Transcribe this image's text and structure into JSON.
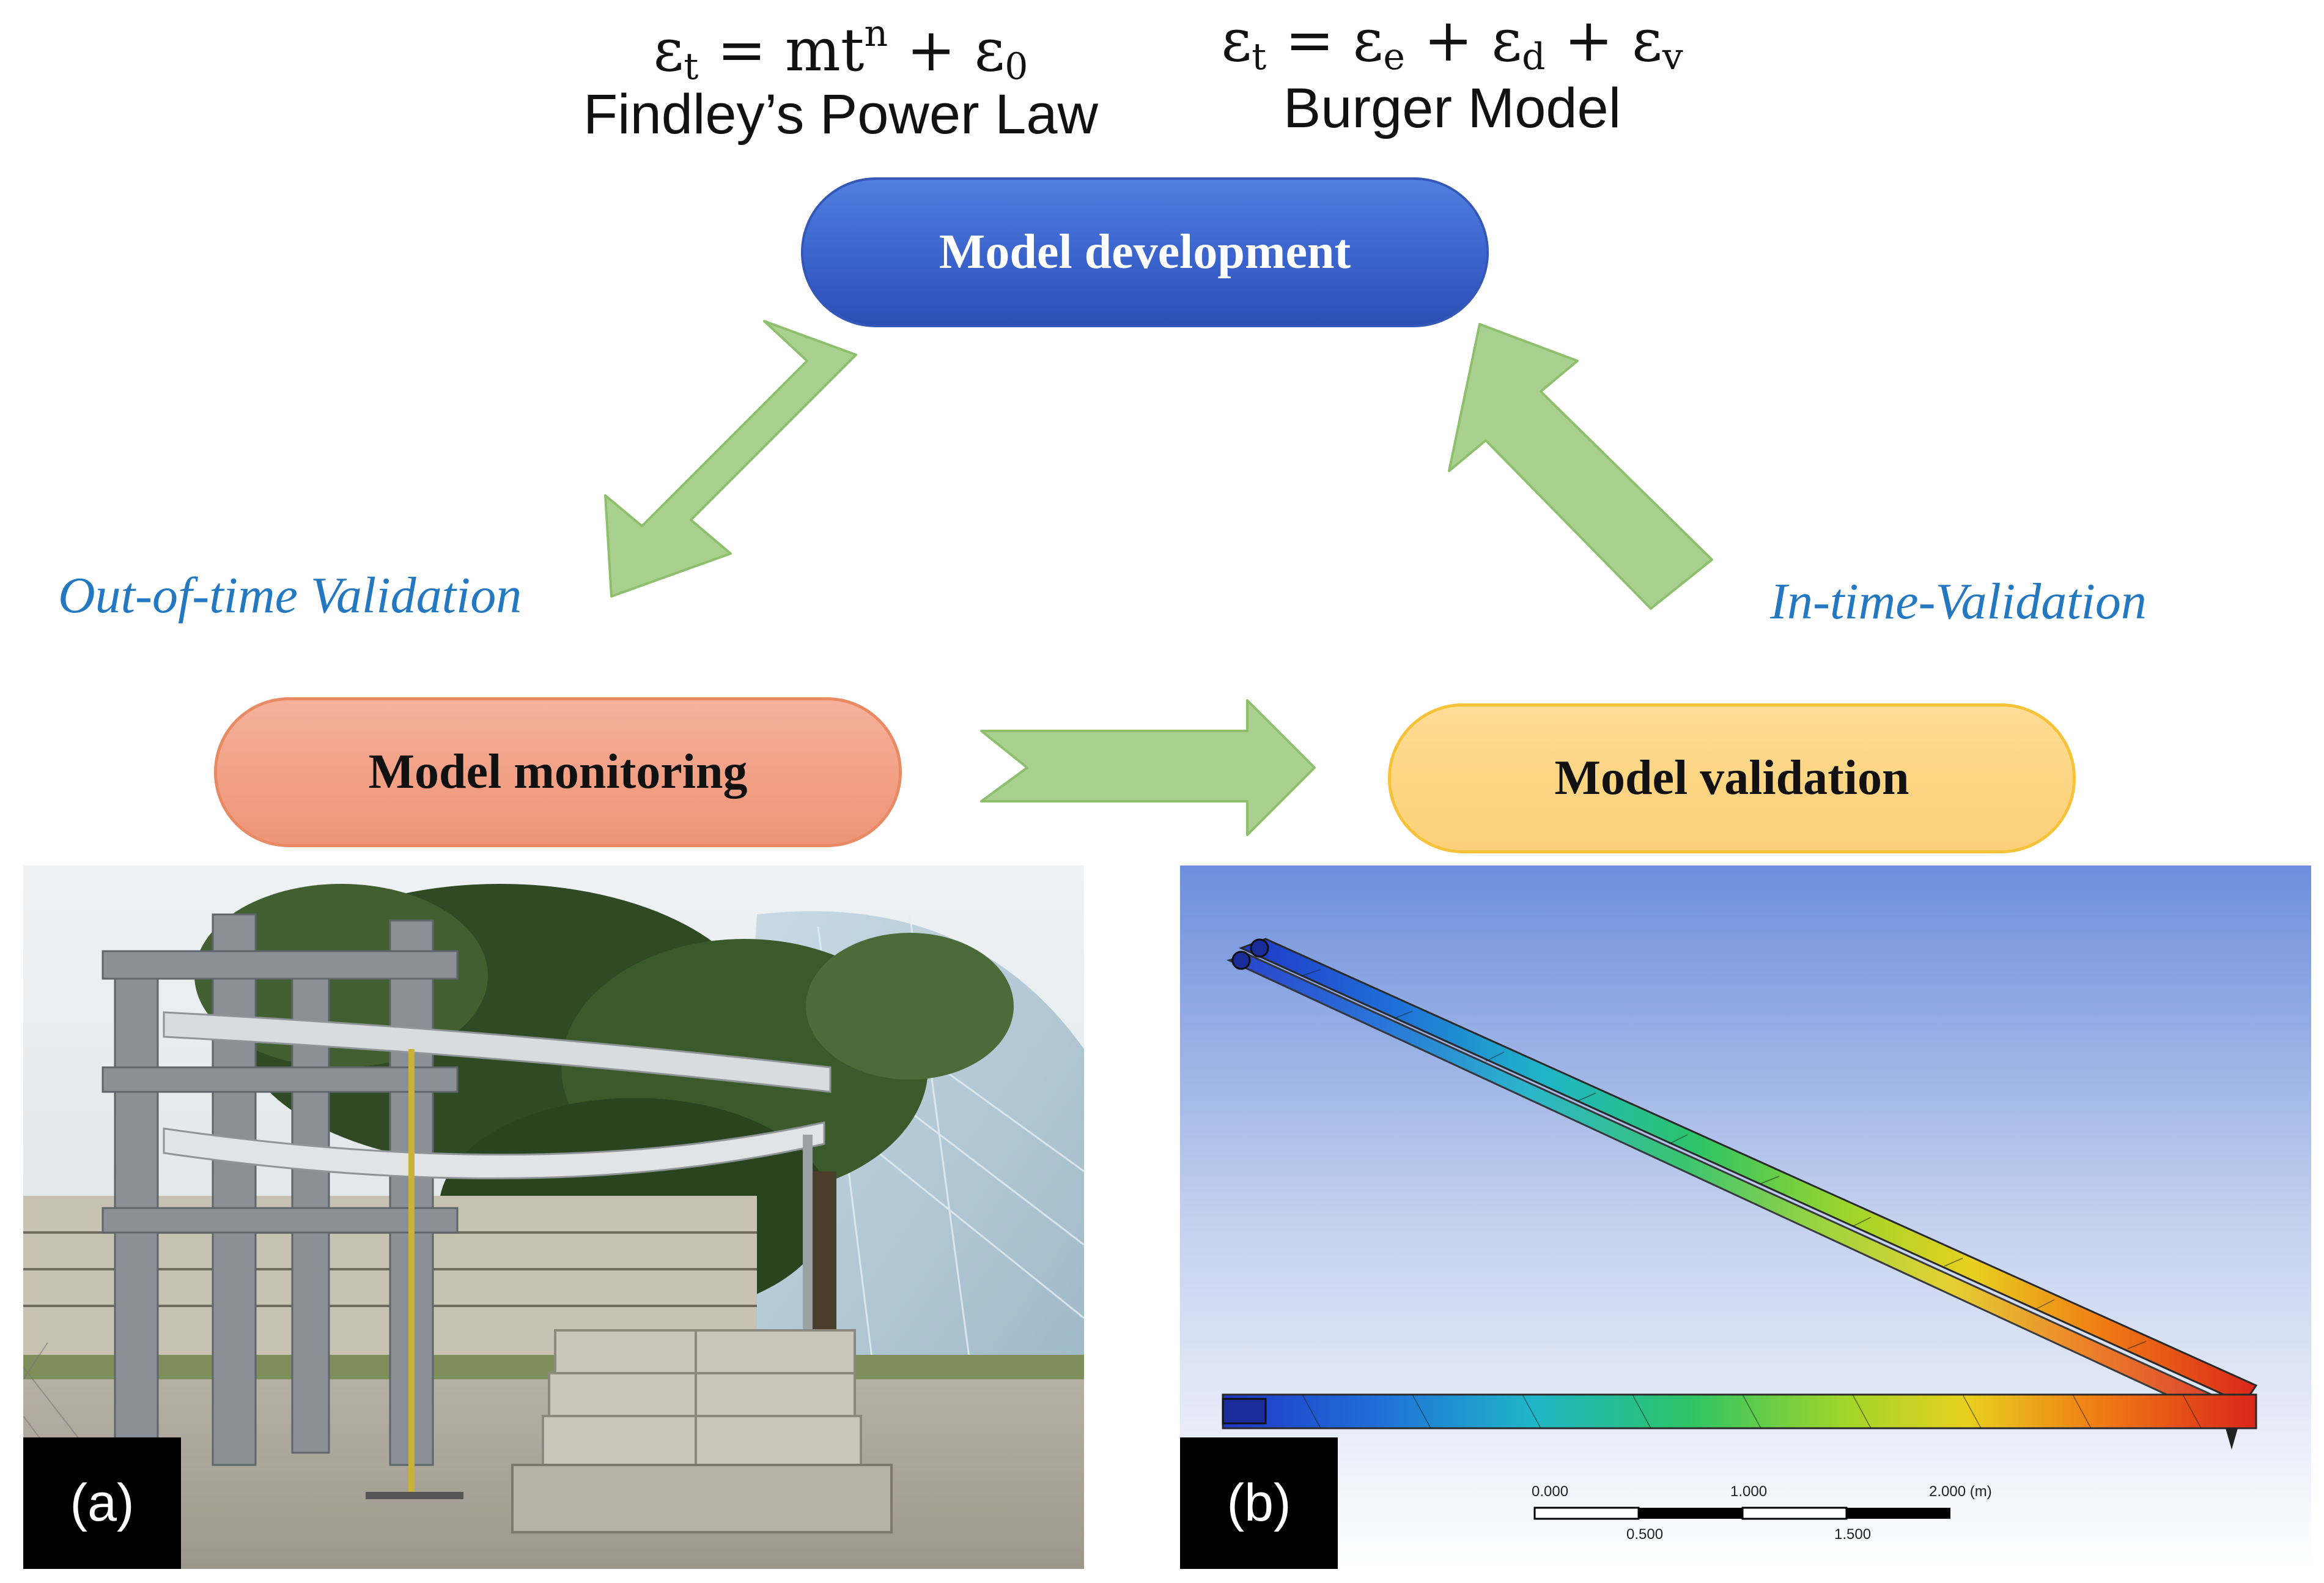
{
  "equations": {
    "findley": {
      "formula": "εt = mtn + ε0",
      "name": "Findley’s Power Law"
    },
    "burger": {
      "formula": "εt = εe + εd + εv",
      "name": "Burger Model"
    }
  },
  "nodes": {
    "development": "Model development",
    "monitoring": "Model monitoring",
    "validation": "Model validation"
  },
  "edge_labels": {
    "out_of_time": "Out-of-time Validation",
    "in_time": "In-time-Validation"
  },
  "panels": {
    "a": {
      "tag": "(a)"
    },
    "b": {
      "tag": "(b)",
      "scale_top": [
        "0.000",
        "1.000",
        "2.000 (m)"
      ],
      "scale_bottom": [
        "0.500",
        "1.500"
      ]
    }
  },
  "colors": {
    "arrow": "#a9d08e",
    "arrow_stroke": "#8dbf6d",
    "development": "#3a63cc",
    "monitoring": "#f2a085",
    "validation": "#fdd582",
    "label_blue": "#2478c2"
  }
}
